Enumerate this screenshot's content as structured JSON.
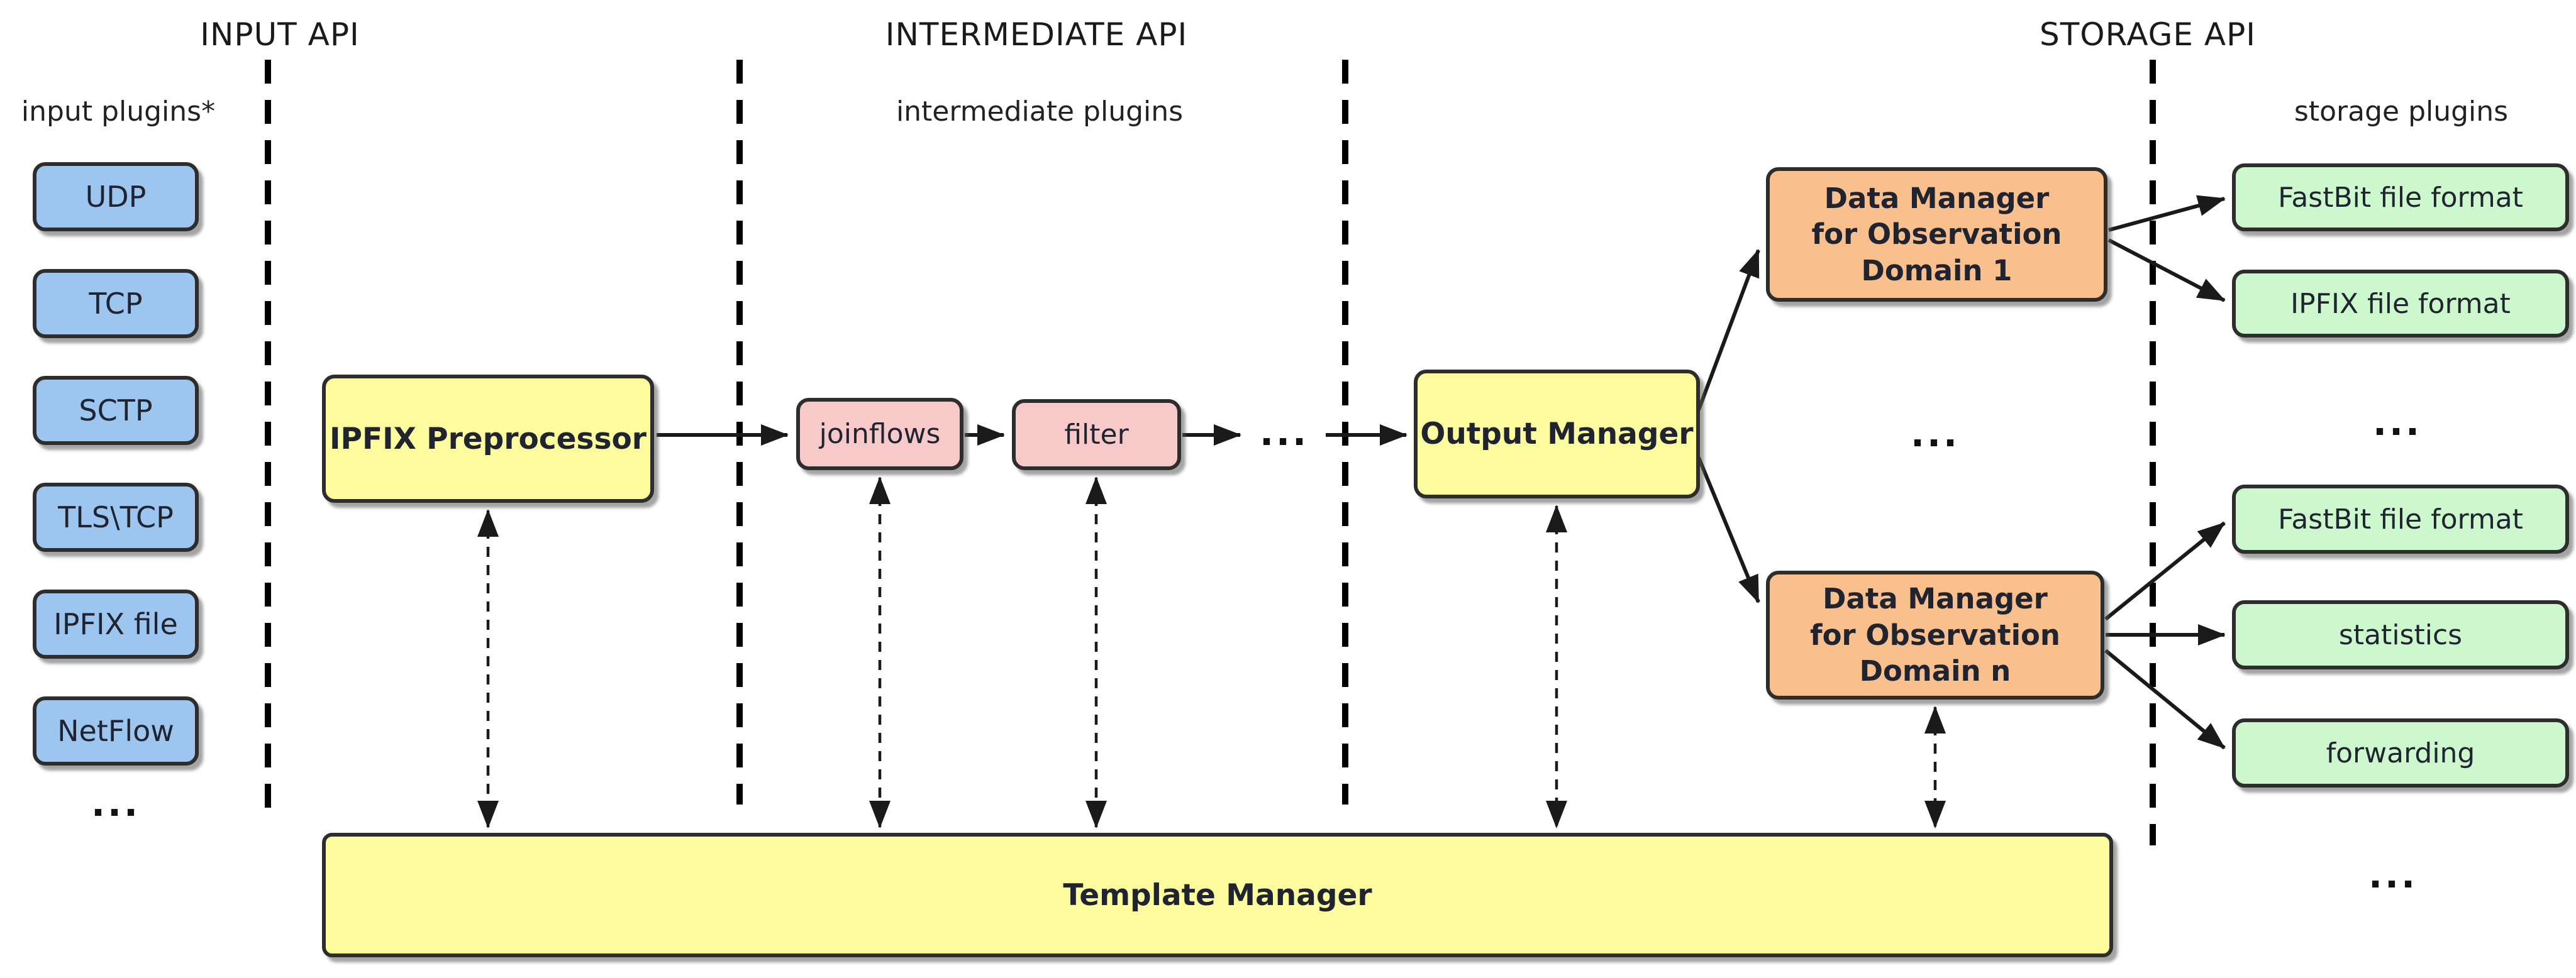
{
  "headers": {
    "input_api": "INPUT API",
    "intermediate_api": "INTERMEDIATE API",
    "storage_api": "STORAGE API"
  },
  "section_labels": {
    "input_plugins": "input plugins*",
    "intermediate_plugins": "intermediate plugins",
    "storage_plugins": "storage plugins"
  },
  "input_plugins": {
    "items": [
      {
        "label": "UDP"
      },
      {
        "label": "TCP"
      },
      {
        "label": "SCTP"
      },
      {
        "label": "TLS\\TCP"
      },
      {
        "label": "IPFIX file"
      },
      {
        "label": "NetFlow"
      }
    ],
    "more": "..."
  },
  "pipeline": {
    "preprocessor": "IPFIX Preprocessor",
    "stages": [
      {
        "label": "joinflows"
      },
      {
        "label": "filter"
      }
    ],
    "more": "...",
    "output_manager": "Output Manager"
  },
  "data_managers": {
    "domain1": "Data Manager\nfor Observation\nDomain 1",
    "domain_n": "Data Manager\nfor Observation\nDomain n",
    "more": "..."
  },
  "storage": {
    "top_items": [
      {
        "label": "FastBit file format"
      },
      {
        "label": "IPFIX file format"
      }
    ],
    "more_top": "...",
    "bottom_items": [
      {
        "label": "FastBit file format"
      },
      {
        "label": "statistics"
      },
      {
        "label": "forwarding"
      }
    ],
    "more_bottom": "..."
  },
  "template_manager": {
    "label": "Template Manager"
  },
  "colors": {
    "input_box": "#9cc6ef",
    "process_box": "#fcfc9e",
    "intermediate_box": "#f8c9c9",
    "data_manager_box": "#f9c08d",
    "storage_box": "#cdf8cd",
    "border": "#2d2d2d",
    "line": "#000000"
  }
}
